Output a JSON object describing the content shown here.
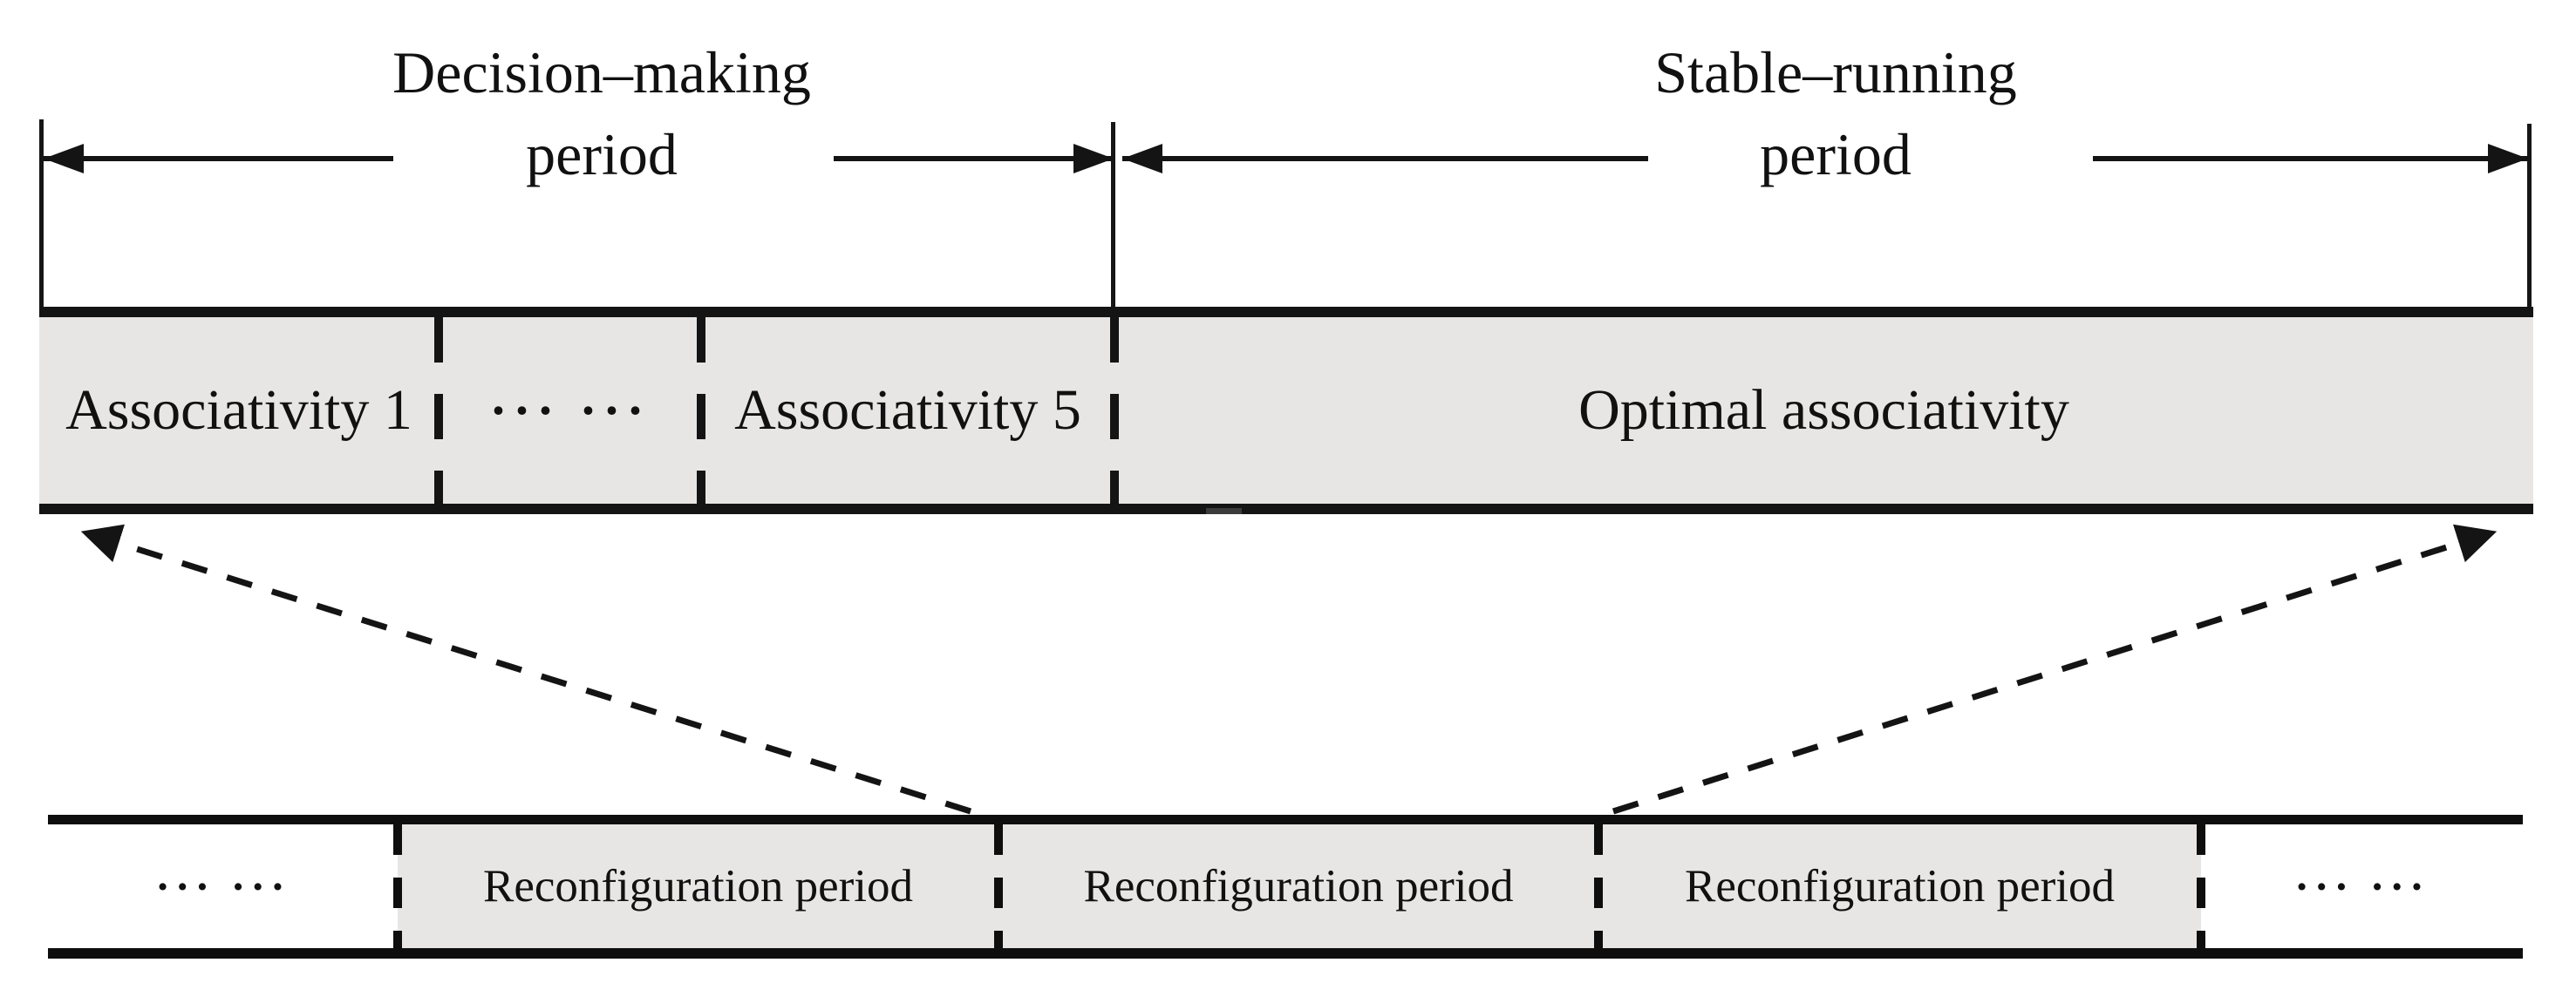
{
  "figure": {
    "type": "timeline-diagram",
    "colors": {
      "ink": "#141414",
      "bar_fill": "#e8e6e5",
      "background": "#ffffff"
    },
    "annotations": {
      "decision": {
        "line1": "Decision–making",
        "line2": "period"
      },
      "stable": {
        "line1": "Stable–running",
        "line2": "period"
      }
    },
    "top_bar": {
      "segments": [
        {
          "label": "Associativity 1"
        },
        {
          "label": "··· ···"
        },
        {
          "label": "Associativity 5"
        },
        {
          "label": "Optimal associativity"
        }
      ]
    },
    "bottom_bar": {
      "segments": [
        {
          "label": "··· ···"
        },
        {
          "label": "Reconfiguration period"
        },
        {
          "label": "Reconfiguration period"
        },
        {
          "label": "Reconfiguration period"
        },
        {
          "label": "··· ···"
        }
      ]
    }
  }
}
